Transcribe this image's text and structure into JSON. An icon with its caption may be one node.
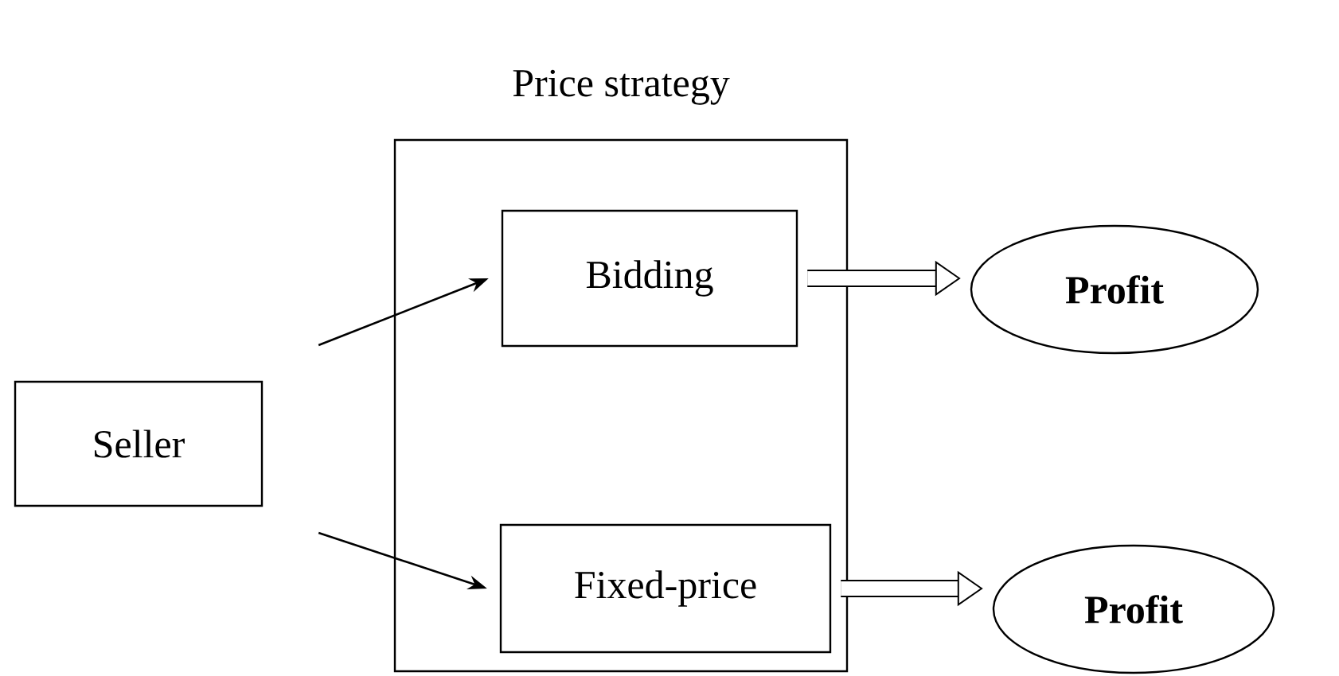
{
  "diagram": {
    "nodes": [
      {
        "text": [
          "Price strategy"
        ]
      },
      {
        "text": [
          "Bidding"
        ],
        "in": 0
      },
      {
        "text": [
          "Fixed-price"
        ],
        "in": 0
      },
      {
        "text": [
          "Seller"
        ]
      },
      {
        "text": [
          "Profit"
        ]
      },
      {
        "text": [
          "Profit"
        ]
      }
    ],
    "edges": [
      {
        "from": 3,
        "to": 1,
        "arrow": "to"
      },
      {
        "from": 3,
        "to": 2,
        "arrow": "to"
      },
      {
        "from": 1,
        "to": 4,
        "arrow": "to",
        "style": "thick"
      },
      {
        "from": 2,
        "to": 5,
        "arrow": "to",
        "style": "thick"
      }
    ]
  }
}
